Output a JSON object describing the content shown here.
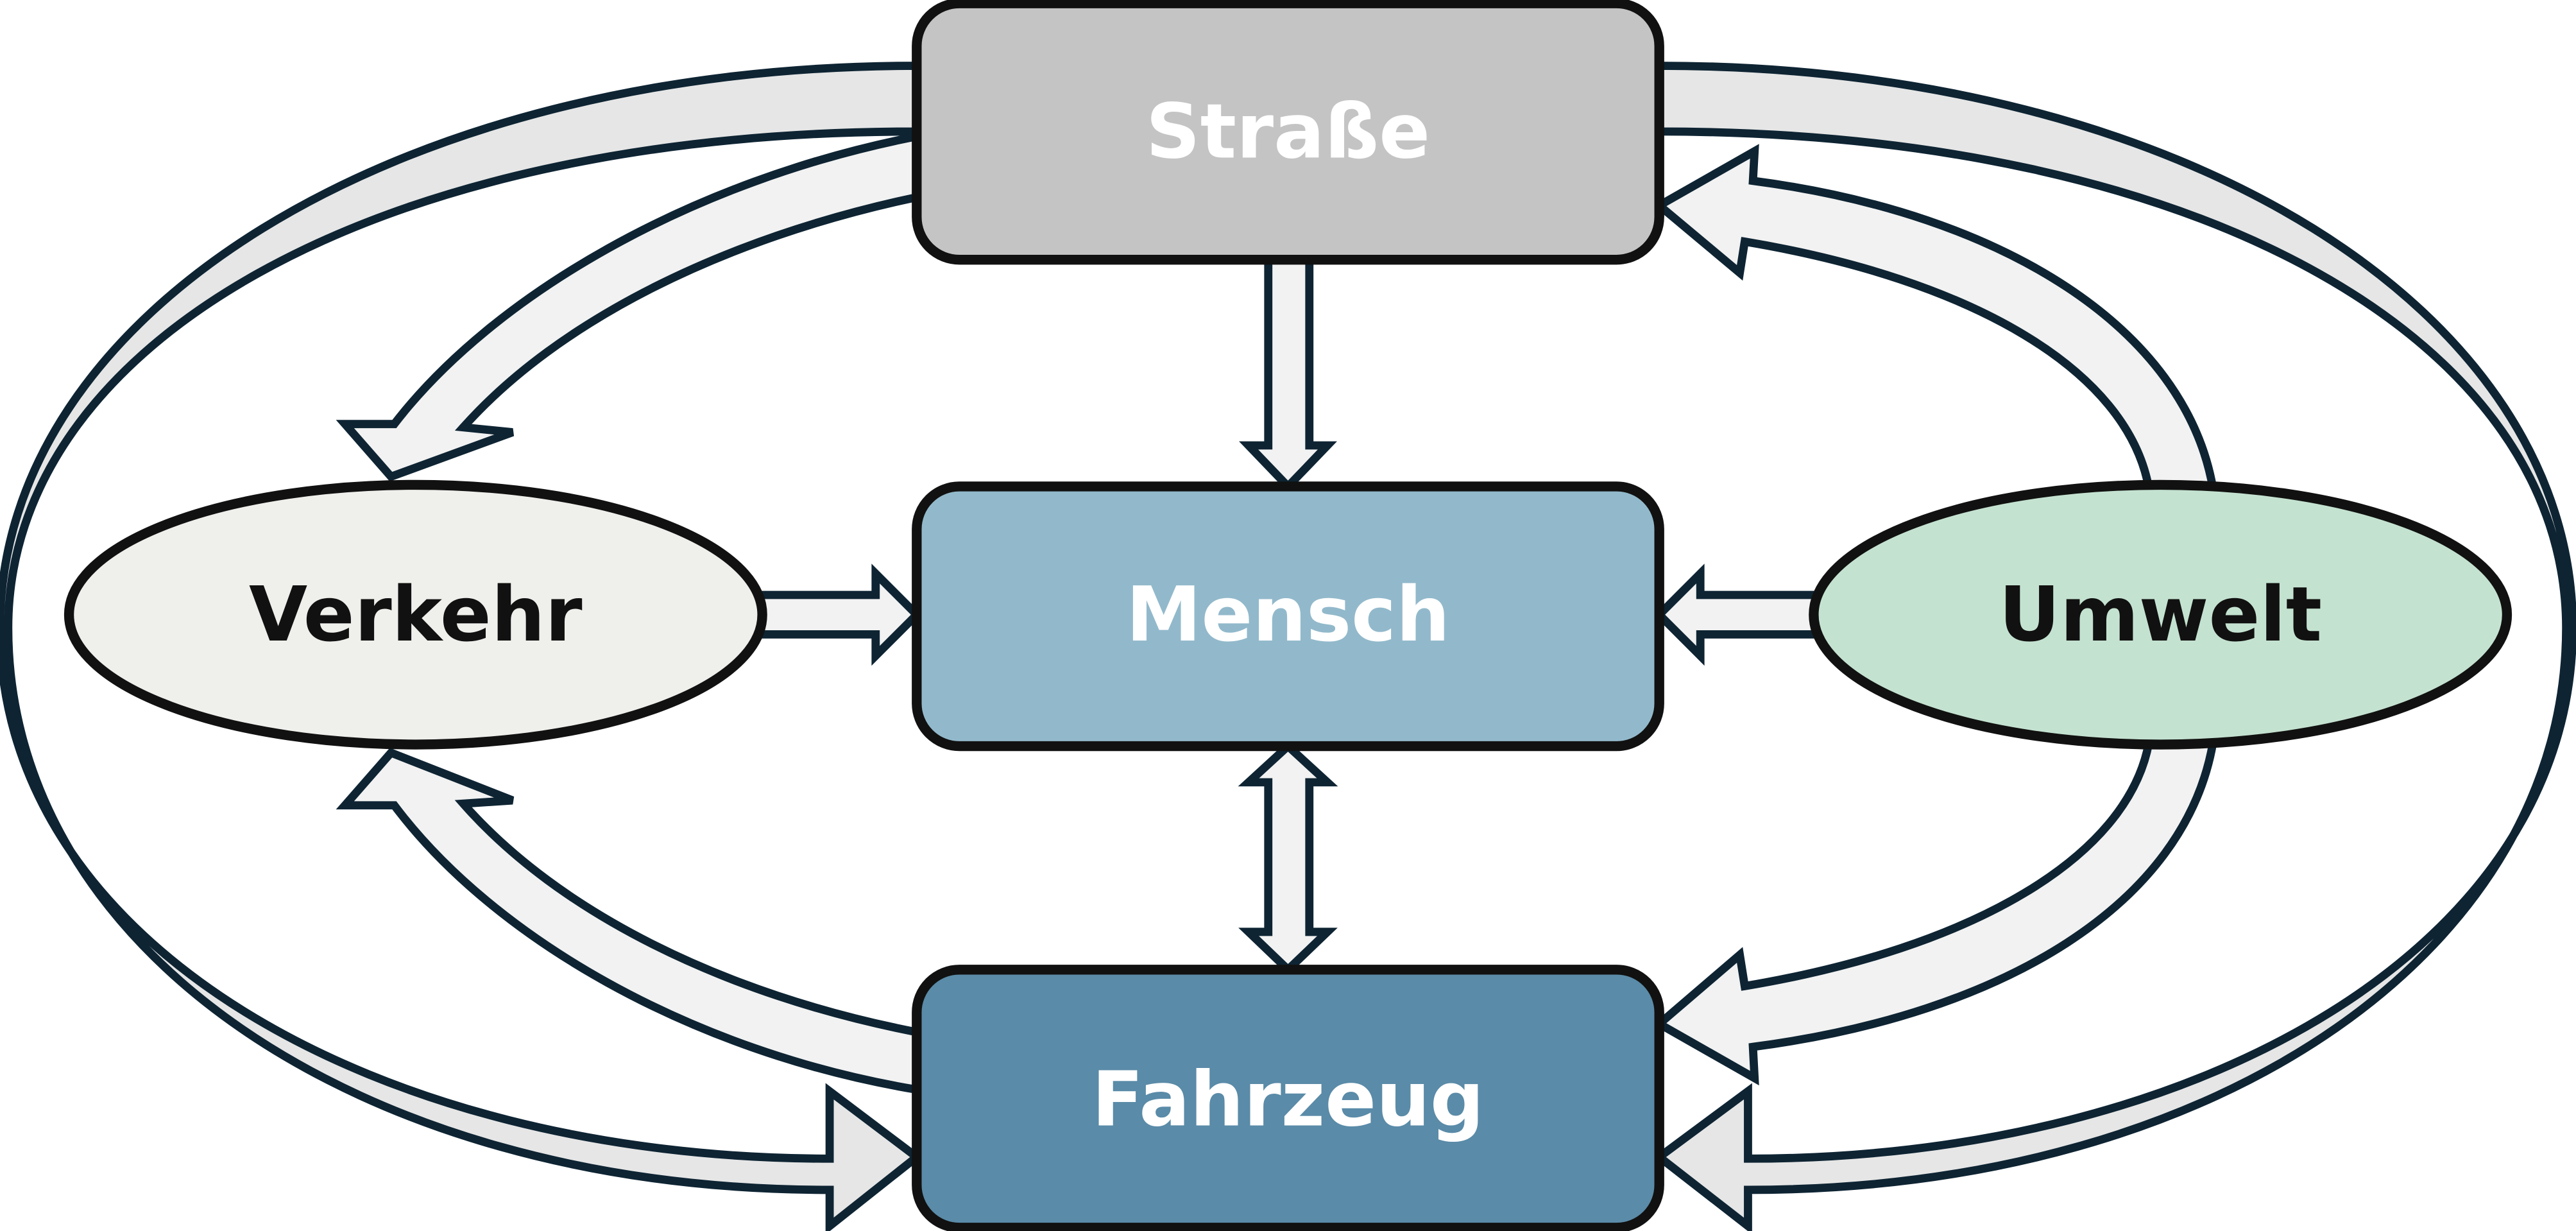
{
  "nodes": {
    "strasse": {
      "label": "Straße",
      "fill": "#c4c4c4",
      "text_color": "#ffffff"
    },
    "mensch": {
      "label": "Mensch",
      "fill": "#92b9cb",
      "text_color": "#ffffff"
    },
    "fahrzeug": {
      "label": "Fahrzeug",
      "fill": "#5a8ba8",
      "text_color": "#ffffff"
    },
    "verkehr": {
      "label": "Verkehr",
      "fill": "#efefec",
      "text_color": "#111111"
    },
    "umwelt": {
      "label": "Umwelt",
      "fill": "#c4e2d0",
      "text_color": "#111111"
    }
  },
  "arrow_fill": "#f2f2f2",
  "arrow_fill_dark": "#e6e6e6",
  "arrow_stroke": "#0e2433"
}
